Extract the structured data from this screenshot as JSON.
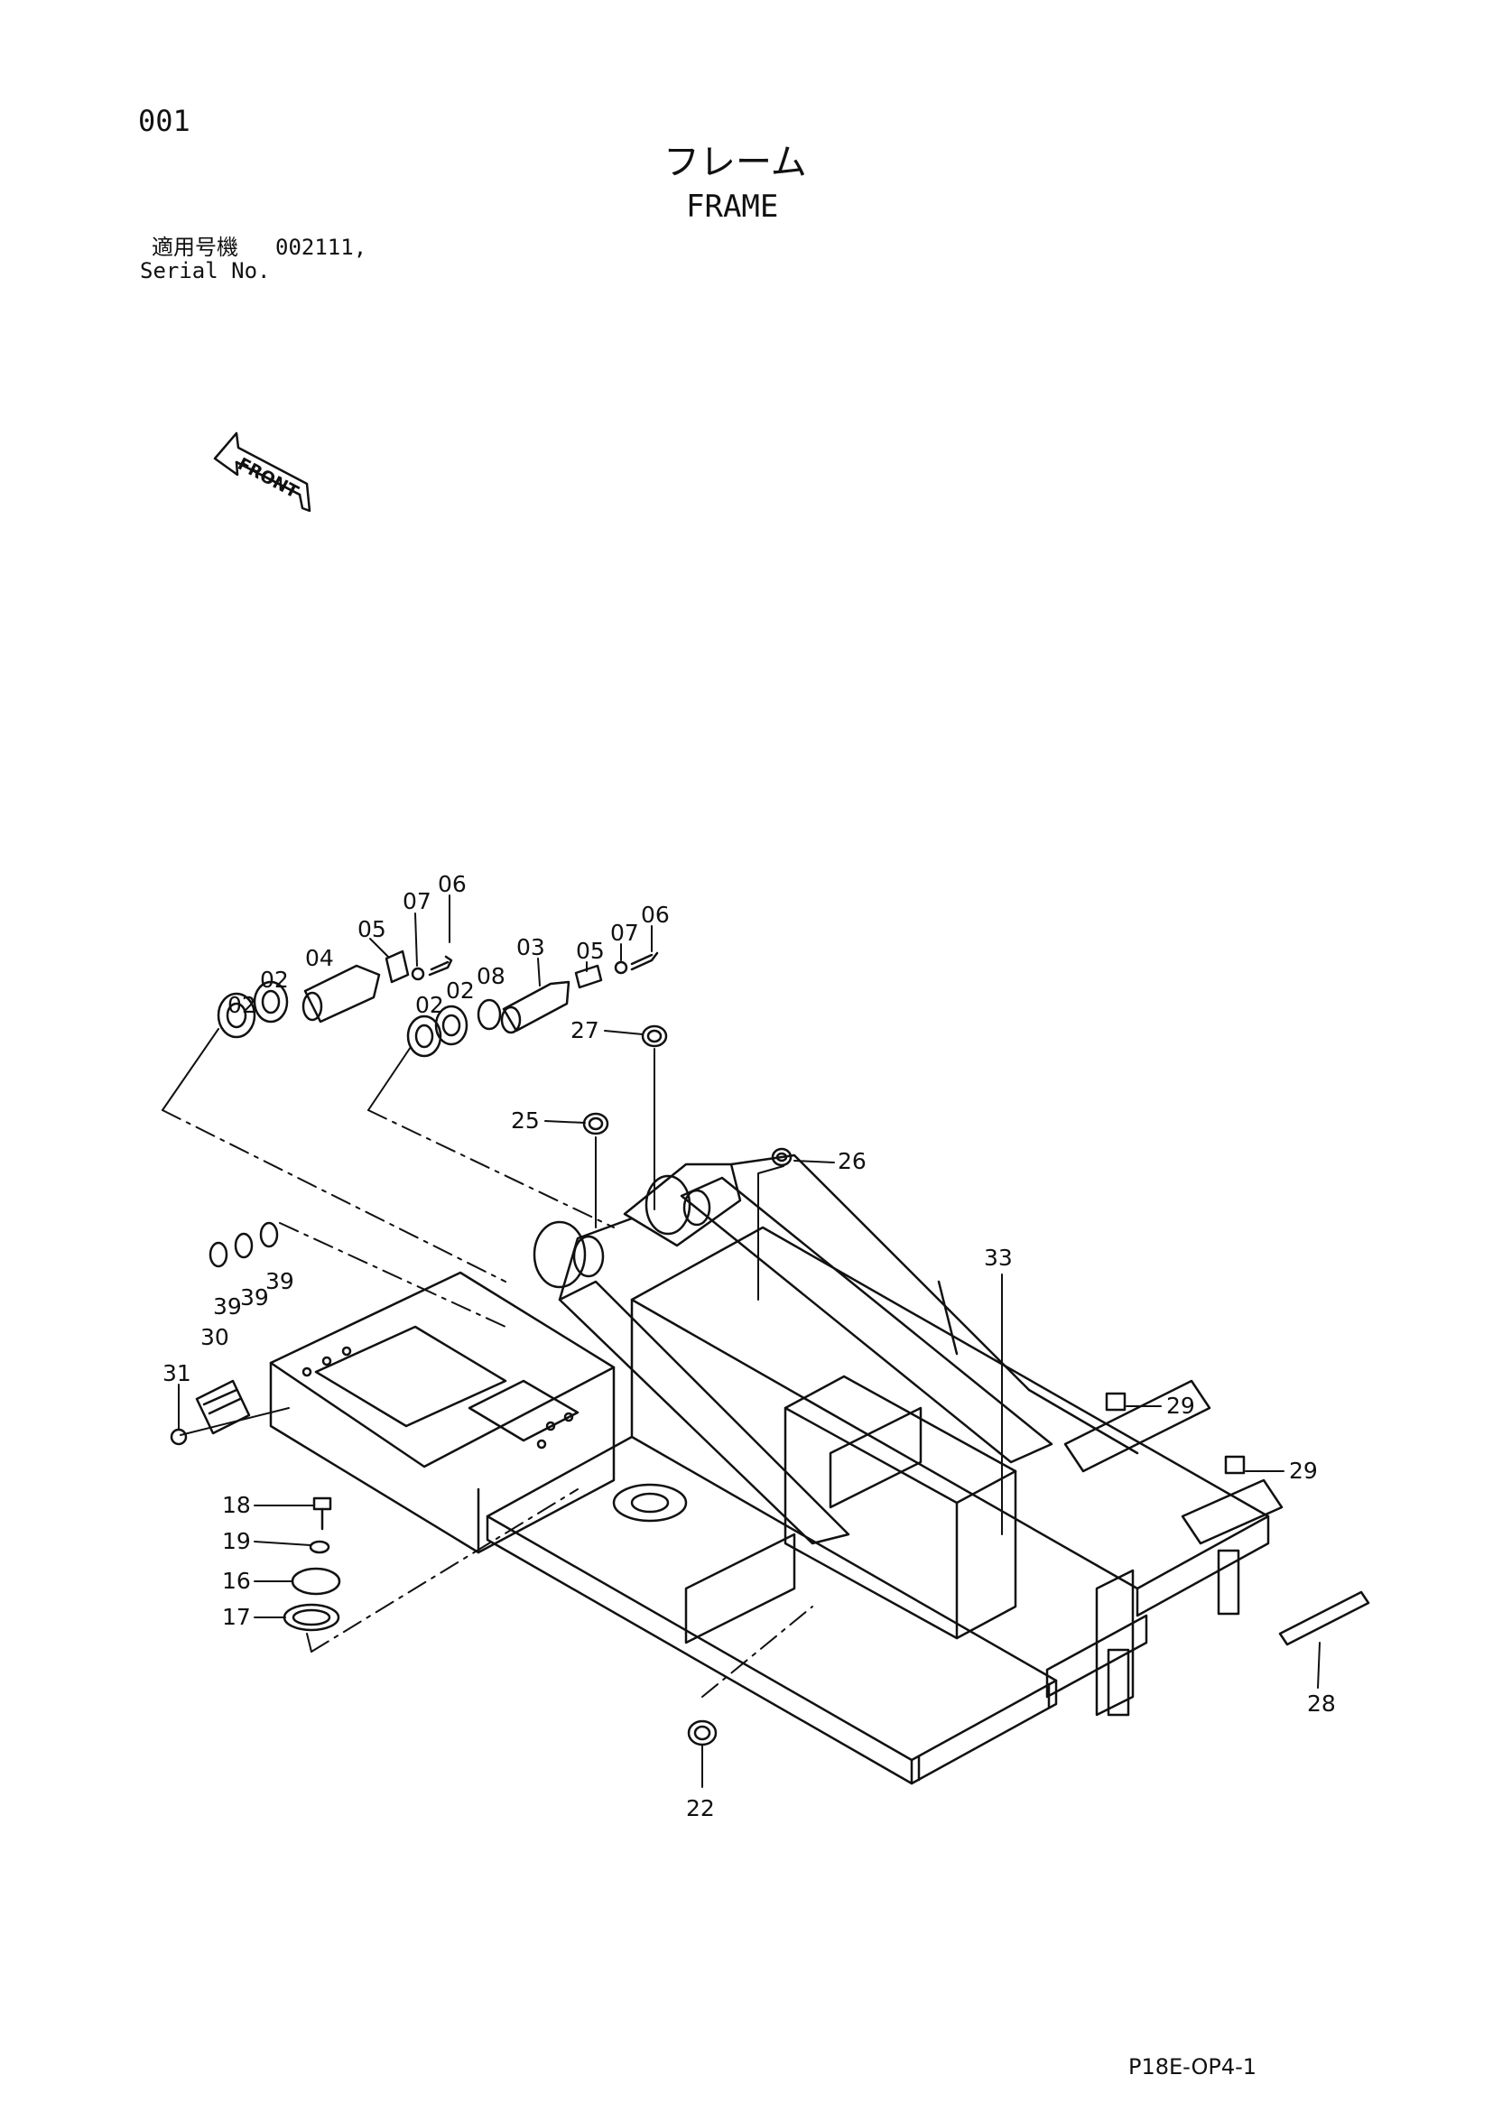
{
  "header": {
    "page_number": "001",
    "title_jp": "フレーム",
    "title_en": "FRAME",
    "serial_label_jp": "適用号機",
    "serial_value": "002111,",
    "serial_label_en": "Serial No."
  },
  "front_label": "FRONT",
  "callouts": [
    "06",
    "07",
    "05",
    "04",
    "02",
    "02",
    "03",
    "05",
    "07",
    "06",
    "08",
    "02",
    "02",
    "27",
    "25",
    "26",
    "33",
    "39",
    "39",
    "39",
    "30",
    "31",
    "29",
    "29",
    "18",
    "19",
    "16",
    "17",
    "28",
    "22"
  ],
  "footer": {
    "code": "P18E-OP4-1"
  }
}
